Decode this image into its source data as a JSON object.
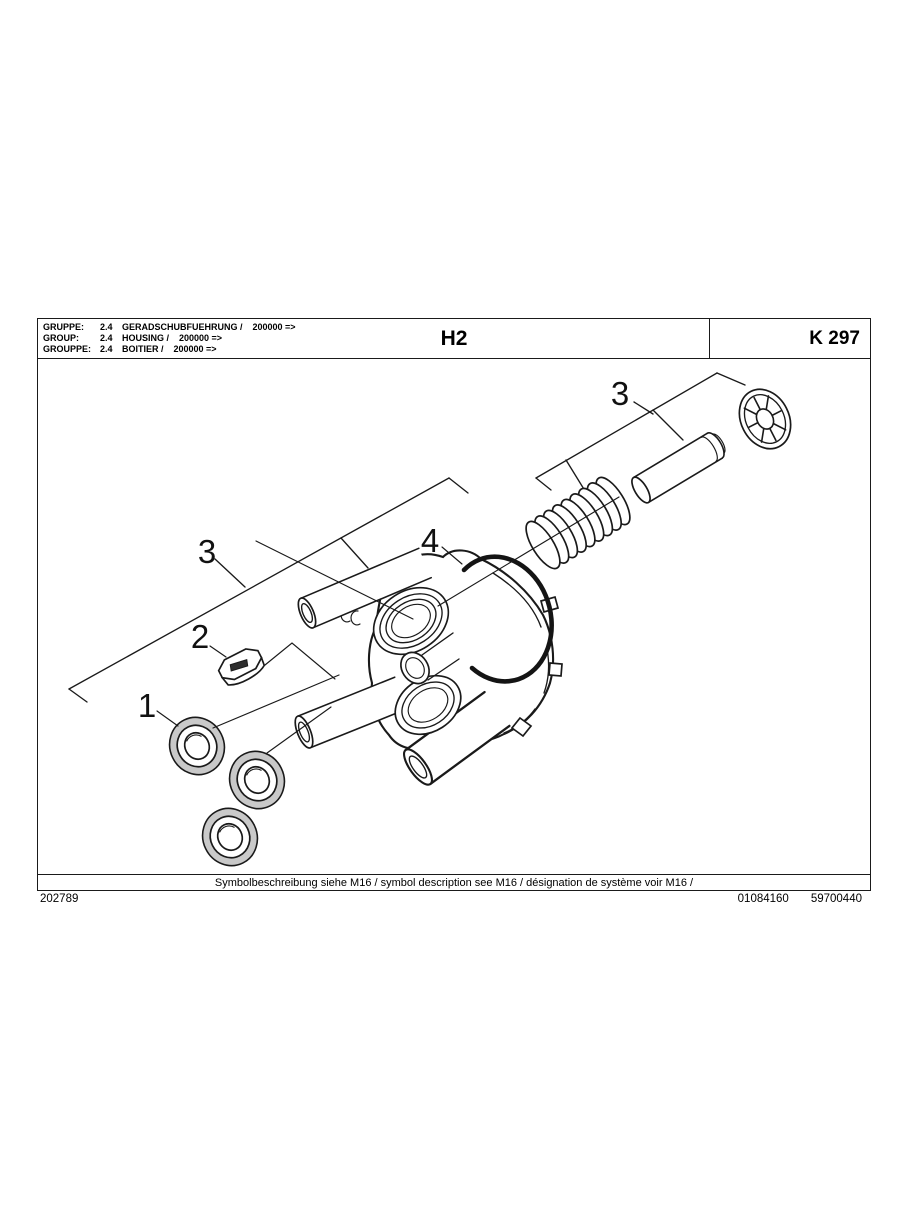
{
  "header": {
    "rows": [
      {
        "label": "GRUPPE:",
        "code": "2.4",
        "name": "GERADSCHUBFUEHRUNG /",
        "serial": "200000 =>"
      },
      {
        "label": "GROUP:",
        "code": "2.4",
        "name": "HOUSING /",
        "serial": "200000 =>"
      },
      {
        "label": "GROUPPE:",
        "code": "2.4",
        "name": "BOITIER /",
        "serial": "200000 =>"
      }
    ],
    "page_code": "H2",
    "plate_code": "K 297"
  },
  "diagram": {
    "description": "Exploded view of housing assembly",
    "callouts": [
      {
        "part": "1",
        "component": "seal-rings"
      },
      {
        "part": "2",
        "component": "slotted-nut"
      },
      {
        "part": "3",
        "component": "housing-tubes-group"
      },
      {
        "part": "3",
        "component": "spring-pin-fastener-group"
      },
      {
        "part": "4",
        "component": "o-ring"
      }
    ]
  },
  "footer": {
    "symbol_note": "Symbolbeschreibung siehe M16 / symbol description see M16 / désignation de système voir M16 /",
    "document_number": "202789",
    "reference_numbers": [
      "01084160",
      "59700440"
    ]
  }
}
